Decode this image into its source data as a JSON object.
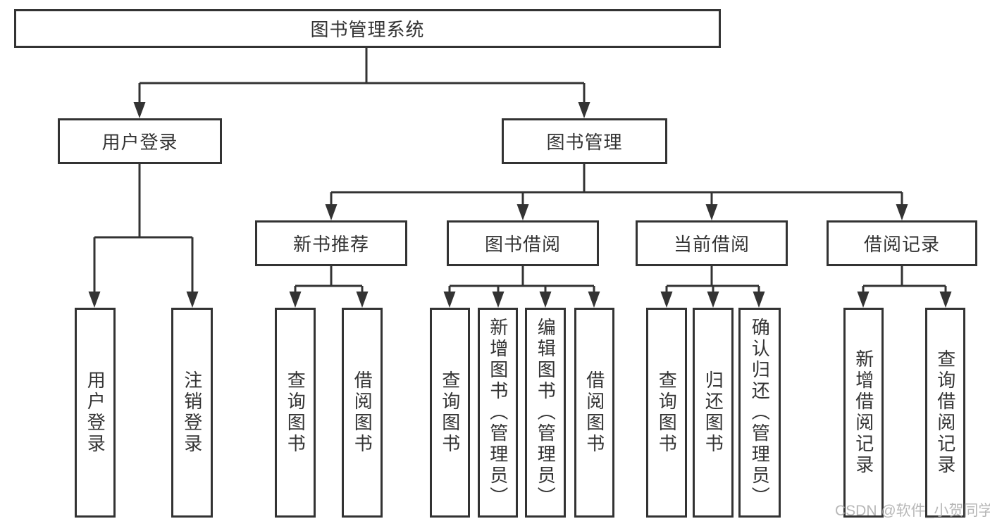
{
  "tree": {
    "root": {
      "label": "图书管理系统"
    },
    "branches": [
      {
        "label": "用户登录",
        "children": [
          {
            "label": "用户登录"
          },
          {
            "label": "注销登录"
          }
        ]
      },
      {
        "label": "图书管理",
        "children": [
          {
            "label": "新书推荐",
            "children": [
              {
                "label": "查询图书"
              },
              {
                "label": "借阅图书"
              }
            ]
          },
          {
            "label": "图书借阅",
            "children": [
              {
                "label": "查询图书"
              },
              {
                "label": "新增图书（管理员）"
              },
              {
                "label": "编辑图书（管理员）"
              },
              {
                "label": "借阅图书"
              }
            ]
          },
          {
            "label": "当前借阅",
            "children": [
              {
                "label": "查询图书"
              },
              {
                "label": "归还图书"
              },
              {
                "label": "确认归还（管理员）"
              }
            ]
          },
          {
            "label": "借阅记录",
            "children": [
              {
                "label": "新增借阅记录"
              },
              {
                "label": "查询借阅记录"
              }
            ]
          }
        ]
      }
    ]
  },
  "watermark": "CSDN @软件_小贺同学",
  "colors": {
    "line": "#333333",
    "box_border": "#333333",
    "text": "#333333",
    "watermark": "#ababab",
    "background": "#ffffff"
  }
}
